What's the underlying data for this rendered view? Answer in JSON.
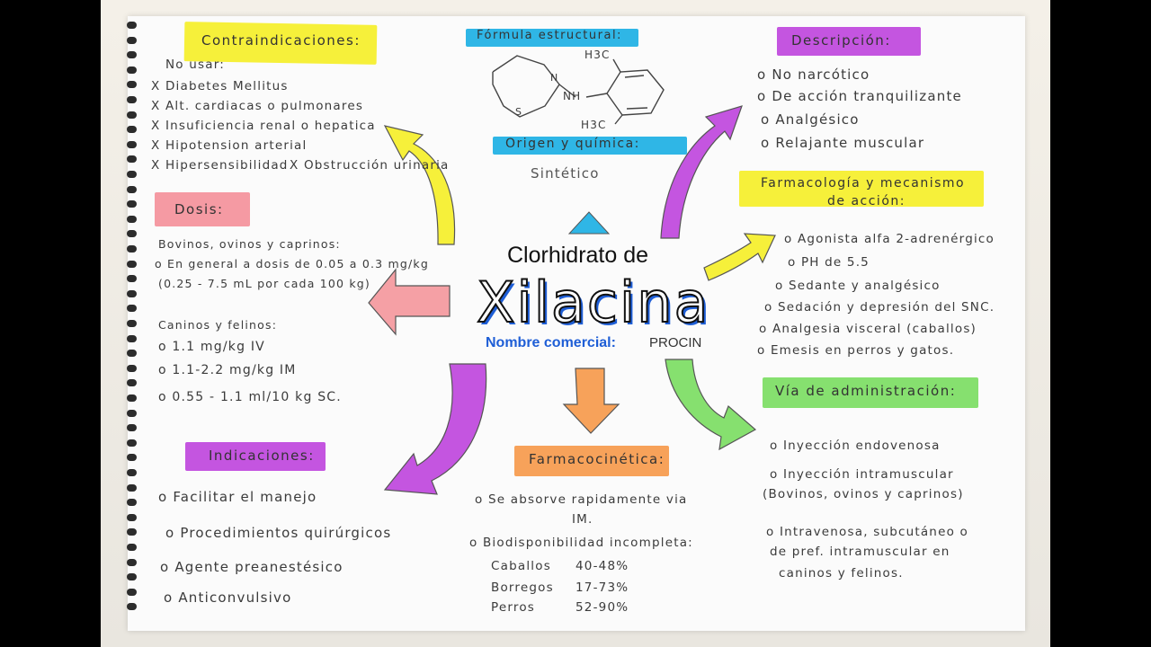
{
  "center": {
    "line1": "Clorhidrato de",
    "line2": "Xilacina",
    "trade_label": "Nombre comercial:",
    "trade_value": "PROCIN"
  },
  "contraindicaciones": {
    "title": "Contraindicaciones:",
    "intro": "No usar:",
    "items": [
      "Diabetes Mellitus",
      "Alt. cardiacas o pulmonares",
      "Insuficiencia renal o hepatica",
      "Hipotension arterial",
      "Hipersensibilidad",
      "Obstrucción urinaria"
    ]
  },
  "formula": {
    "title": "Fórmula estructural:",
    "label_h3c_top": "H3C",
    "label_nh": "NH",
    "label_h3c_bottom": "H3C",
    "label_n": "N",
    "label_s": "S"
  },
  "origen": {
    "title": "Origen y química:",
    "value": "Sintético"
  },
  "descripcion": {
    "title": "Descripción:",
    "items": [
      "No narcótico",
      "De acción tranquilizante",
      "Analgésico",
      "Relajante muscular"
    ]
  },
  "farmacologia": {
    "title_line1": "Farmacología y mecanismo",
    "title_line2": "de acción:",
    "items": [
      "Agonista alfa 2-adrenérgico",
      "PH de 5.5",
      "Sedante y analgésico",
      "Sedación y depresión del SNC.",
      "Analgesia visceral (caballos)",
      "Emesis en perros y gatos."
    ]
  },
  "dosis": {
    "title": "Dosis:",
    "bov_heading": "Bovinos, ovinos y caprinos:",
    "bov_line1": "En general a dosis de 0.05 a 0.3 mg/kg",
    "bov_line2": "(0.25 - 7.5 mL por cada 100 kg)",
    "can_heading": "Caninos y felinos:",
    "can_items": [
      "1.1 mg/kg IV",
      "1.1-2.2 mg/kg IM",
      "0.55 - 1.1 ml/10 kg SC."
    ]
  },
  "via": {
    "title": "Vía de administración:",
    "item1": "Inyección endovenosa",
    "item2_line1": "Inyección intramuscular",
    "item2_line2": "(Bovinos, ovinos y caprinos)",
    "item3_line1": "Intravenosa, subcutáneo o",
    "item3_line2": "de pref. intramuscular en",
    "item3_line3": "caninos y felinos."
  },
  "indicaciones": {
    "title": "Indicaciones:",
    "items": [
      "Facilitar el manejo",
      "Procedimientos quirúrgicos",
      "Agente preanestésico",
      "Anticonvulsivo"
    ]
  },
  "farmacocinetica": {
    "title": "Farmacocinética:",
    "abs_line1": "Se absorve rapidamente via",
    "abs_line2": "IM.",
    "bio": "Biodisponibilidad incompleta:",
    "rows": [
      {
        "species": "Caballos",
        "value": "40-48%"
      },
      {
        "species": "Borregos",
        "value": "17-73%"
      },
      {
        "species": "Perros",
        "value": "52-90%"
      }
    ]
  },
  "colors": {
    "yellow": "#f6f03a",
    "cyan": "#2fb6e6",
    "purple": "#c455e0",
    "pink": "#f59aa3",
    "green": "#86e06f",
    "orange": "#f7a25a",
    "blue": "#1e5ed6"
  }
}
